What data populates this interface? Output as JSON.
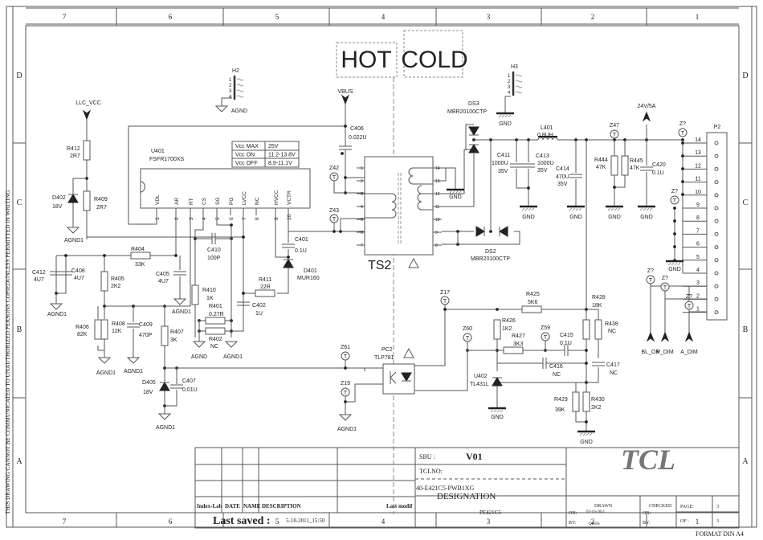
{
  "frame": {
    "columns": [
      "7",
      "6",
      "5",
      "4",
      "3",
      "2",
      "1"
    ],
    "rows": [
      "D",
      "C",
      "B",
      "A"
    ],
    "side_notice": "THIS DRAWING CANNOT BE COMMUNICATED TO UNAUTHORIZED PERSONS COPIEDUNLESS  PERMITTED IN WRITING",
    "format": "FORMAT DIN A4"
  },
  "zones": {
    "hot": "HOT",
    "cold": "COLD"
  },
  "nets": {
    "llc_vcc": "LLC_VCC",
    "vbus": "VBUS",
    "out": "24V/5A",
    "bl_on": "BL_ON",
    "p_dim": "P_DIM",
    "a_dim": "A_DIM",
    "agnd": "AGND",
    "agnd1": "AGND1",
    "gnd": "GND"
  },
  "labels": {
    "h2": "H2",
    "h3": "H3",
    "u401": "U401",
    "u401_val": "FSFR1700XS",
    "r412": "R412",
    "r412_val": "2R7",
    "r409": "R409",
    "r409_val": "2R7",
    "d402": "D402",
    "d402_val": "18V",
    "c406": "C406",
    "c406_val": "0.022U",
    "z42": "Z42",
    "z43": "Z43",
    "ts2": "TS2",
    "ds3": "DS3",
    "ds3_val": "MBR20100CTP",
    "ds2": "DS2",
    "ds2_val": "MBR20100CTP",
    "l401": "L401",
    "l401_val": "0.8UH",
    "z47": "Z47",
    "p2": "P2",
    "zq": "Z?",
    "c411": "C411",
    "c411_val": "1000U",
    "c411_v": "35V",
    "c413": "C413",
    "c413_val": "1000U",
    "c413_v": "35V",
    "c414": "C414",
    "c414_val": "470U",
    "c414_v": "35V",
    "r444": "R444",
    "r444_val": "47K",
    "r445": "R445",
    "r445_val": "47K",
    "c420": "C420",
    "c420_val": "0.1U",
    "c401": "C401",
    "c401_val": "0.1U",
    "d401": "D401",
    "d401_val": "MUR160",
    "r411": "R411",
    "r411_val": "22R",
    "c402": "C402",
    "c402_val": "1U",
    "r404": "R404",
    "r404_val": "33K",
    "c412": "C412",
    "c412_val": "4U7",
    "c408": "C408",
    "c408_val": "4U7",
    "r405": "R405",
    "r405_val": "2K2",
    "c405": "C405",
    "c405_val": "4U7",
    "c410": "C410",
    "c410_val": "100P",
    "r410": "R410",
    "r410_val": "1K",
    "r401": "R401",
    "r401_val": "0.27R",
    "r402": "R402",
    "r402_val": "NC",
    "r406": "R406",
    "r406_val": "82K",
    "r408": "R408",
    "r408_val": "12K",
    "c409": "C409",
    "c409_val": "470P",
    "r407": "R407",
    "r407_val": "3K",
    "d405": "D405",
    "d405_val": "18V",
    "c407": "C407",
    "c407_val": "0.01U",
    "z61": "Z61",
    "z19": "Z19",
    "pc2": "PC2",
    "pc2_val": "TLP781",
    "z17": "Z17",
    "z60": "Z60",
    "z59": "Z59",
    "r425": "R425",
    "r425_val": "5K6",
    "r428": "R428",
    "r428_val": "18K",
    "r438": "R438",
    "r438_val": "NC",
    "r426": "R426",
    "r426_val": "1K2",
    "r427": "R427",
    "r427_val": "3K3",
    "c415": "C415",
    "c415_val": "0.1U",
    "c416": "C416",
    "c416_val": "NC",
    "c417": "C417",
    "c417_val": "NC",
    "u402": "U402",
    "u402_val": "TL431L",
    "r429": "R429",
    "r429_val": "39K",
    "r430": "R430",
    "r430_val": "2K2"
  },
  "u401_pins": [
    "VDL",
    "AR",
    "RT",
    "CS",
    "SG",
    "PG",
    "LVCC",
    "NC",
    "HVCC",
    "VCTR"
  ],
  "u401_pin_numbers": [
    "1",
    "2",
    "3",
    "4",
    "5",
    "6",
    "7",
    "8",
    "9",
    "10"
  ],
  "vcc_table": [
    [
      "Vcc MAX",
      "25V"
    ],
    [
      "Vcc  ON",
      "11.2-13.8V"
    ],
    [
      "Vcc OFF",
      "8.9-11.1V"
    ]
  ],
  "header_pins": [
    "1",
    "2",
    "3",
    "4"
  ],
  "ts2_left_pins": [
    "1",
    "2",
    "3",
    "4",
    "5",
    "6",
    "7"
  ],
  "ts2_right_pins": [
    "14",
    "13",
    "12",
    "11",
    "10",
    "9",
    "8"
  ],
  "p2_pins": [
    "14",
    "13",
    "12",
    "11",
    "10",
    "9",
    "8",
    "7",
    "6",
    "5",
    "4",
    "3",
    "2",
    "1"
  ],
  "title_block": {
    "index_lab": "Index-Lab",
    "date": "DATE",
    "name": "NAME",
    "description": "DESCRIPTION",
    "last_modif": "Last modif",
    "last_saved_label": "Last saved :",
    "last_saved_value": "5-18-2011_15:50",
    "sbu_label": "SBU :",
    "sbu_value": "V01",
    "tclno_label": "TCLNO:",
    "tclno_value": "40-E421C5-PWB1XG",
    "designation_label": "DESIGNATION",
    "designation_value": "PE421C5",
    "logo": "TCL",
    "drawn": "DRAWN",
    "checked": "CHECKED",
    "on_label": "ON:",
    "by_label": "BY:",
    "drawn_on": "03-16-2011",
    "drawn_by": "QINJS",
    "page_label": "PAGE:",
    "page_value": "3",
    "of_label": "OF :",
    "of_value": "3"
  }
}
